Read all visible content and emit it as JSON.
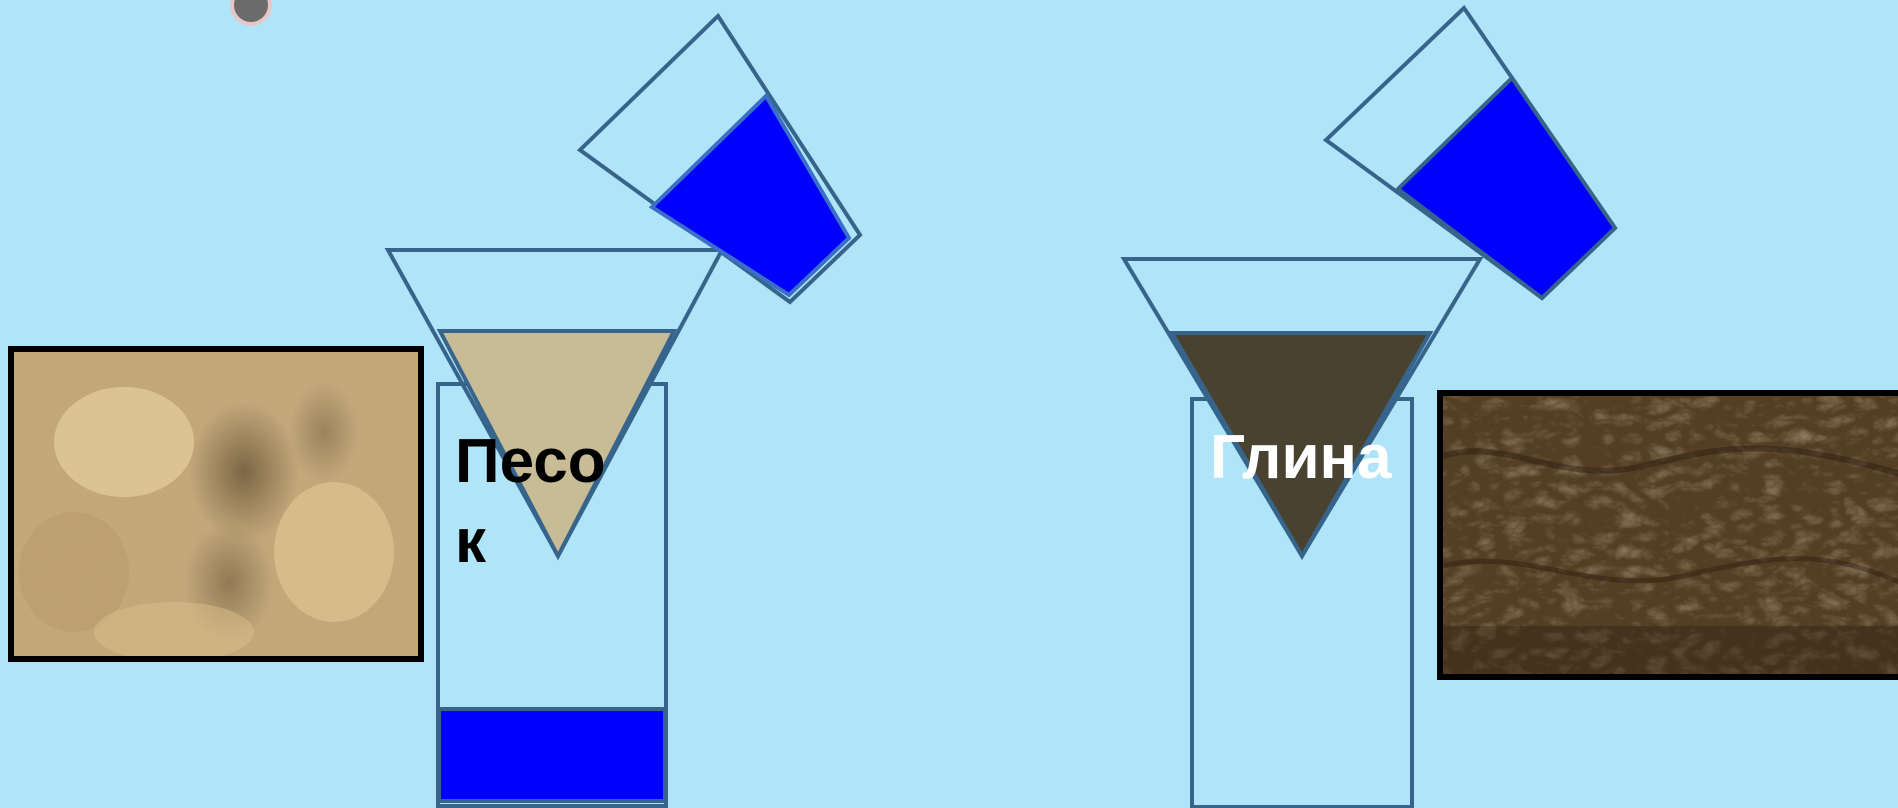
{
  "labels": {
    "sand": [
      "Песо",
      "к"
    ],
    "clay": "Глина"
  },
  "colors": {
    "background": "#b0e4f8",
    "outline": "#36648b",
    "water": "#0000ff",
    "sand": "#c8bc96",
    "clay": "#4a4230",
    "frame": "#000000"
  },
  "images": {
    "sand_texture": "sand-photo",
    "clay_texture": "clay-soil-photo"
  }
}
